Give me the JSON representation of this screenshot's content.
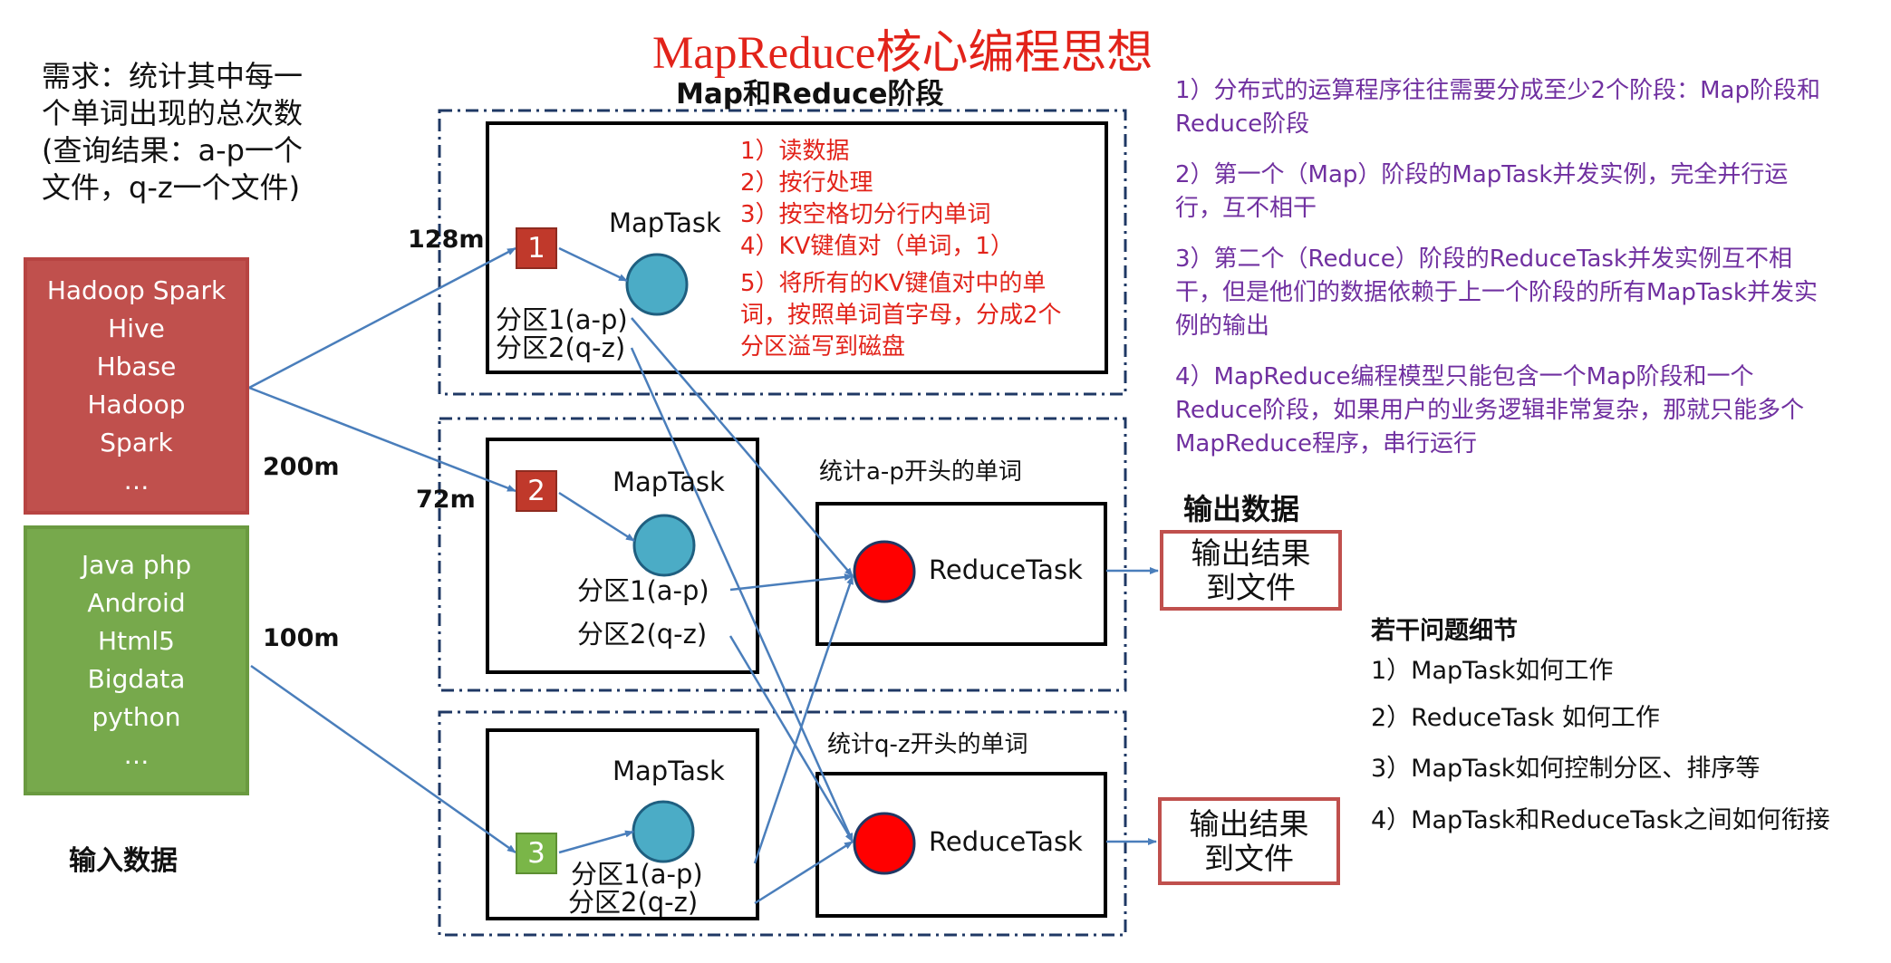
{
  "title": "MapReduce核心编程思想",
  "stage_title": "Map和Reduce阶段",
  "requirement": "需求：统计其中每一个单词出现的总次数(查询结果：a-p一个文件，q-z一个文件)",
  "input_files": [
    {
      "lines": [
        "Hadoop Spark",
        "Hive",
        "Hbase",
        "Hadoop",
        "Spark",
        "…"
      ]
    },
    {
      "lines": [
        "Java php",
        "Android",
        "Html5",
        "Bigdata",
        "python",
        "…"
      ]
    }
  ],
  "input_label": "输入数据",
  "sizes": {
    "s128": "128m",
    "s200": "200m",
    "s72": "72m",
    "s100": "100m"
  },
  "splits": [
    "1",
    "2",
    "3"
  ],
  "maptask_label": "MapTask",
  "partition_labels": [
    "分区1(a-p)",
    "分区2(q-z)"
  ],
  "map_steps": [
    "1）读数据",
    "2）按行处理",
    "3）按空格切分行内单词",
    "4）KV键值对（单词，1）",
    "5）将所有的KV键值对中的单词，按照单词首字母，分成2个分区溢写到磁盘"
  ],
  "reduce_groups": [
    "统计a-p开头的单词",
    "统计q-z开头的单词"
  ],
  "reducetask_label": "ReduceTask",
  "output_title": "输出数据",
  "output_box": [
    "输出结果",
    "到文件"
  ],
  "notes": [
    "1）分布式的运算程序往往需要分成至少2个阶段：Map阶段和Reduce阶段",
    "2）第一个（Map）阶段的MapTask并发实例，完全并行运行，互不相干",
    "3）第二个（Reduce）阶段的ReduceTask并发实例互不相干，但是他们的数据依赖于上一个阶段的所有MapTask并发实例的输出",
    "4）MapReduce编程模型只能包含一个Map阶段和一个Reduce阶段，如果用户的业务逻辑非常复杂，那就只能多个MapReduce程序，串行运行"
  ],
  "issues_title": "若干问题细节",
  "issues": [
    "1）MapTask如何工作",
    "2）ReduceTask 如何工作",
    "3）MapTask如何控制分区、排序等",
    "4）MapTask和ReduceTask之间如何衔接"
  ],
  "colors": {
    "title_red": "#e2231a",
    "note_purple": "#7030a0",
    "input_red": "#c0504d",
    "input_green": "#77a94c",
    "map_circle": "#4bacc6",
    "reduce_circle": "#ff0000",
    "dashed_border": "#1f3864",
    "arrow_blue": "#4a7ebb"
  }
}
